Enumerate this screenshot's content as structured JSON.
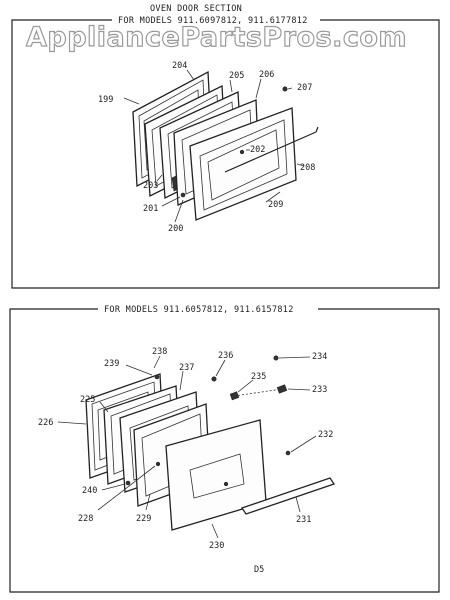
{
  "watermark": "AppliancePartsPros.com",
  "top_section": {
    "title": "OVEN DOOR SECTION",
    "models": "FOR MODELS 911.6097812, 911.6177812",
    "callouts": [
      "199",
      "204",
      "205",
      "206",
      "207",
      "202",
      "208",
      "203",
      "201",
      "200",
      "209"
    ]
  },
  "bottom_section": {
    "models": "FOR MODELS 911.6057812, 911.6157812",
    "callouts": [
      "238",
      "239",
      "236",
      "234",
      "237",
      "235",
      "233",
      "225",
      "232",
      "226",
      "240",
      "228",
      "229",
      "231",
      "230"
    ]
  },
  "page_code": "D5"
}
